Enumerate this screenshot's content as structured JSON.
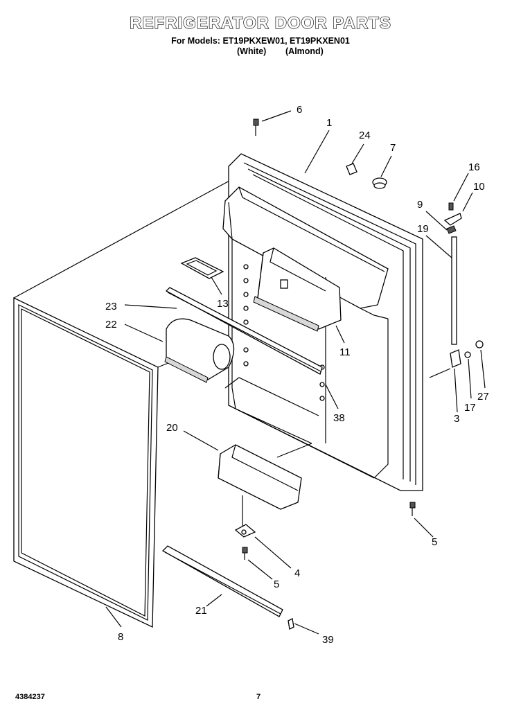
{
  "header": {
    "title": "REFRIGERATOR DOOR PARTS",
    "models_line": "For Models: ET19PKXEW01, ET19PKXEN01",
    "variant_white": "(White)",
    "variant_almond": "(Almond)"
  },
  "footer": {
    "doc_number": "4384237",
    "page_number": "7"
  },
  "callouts": [
    "6",
    "1",
    "24",
    "7",
    "16",
    "10",
    "9",
    "19",
    "13",
    "23",
    "22",
    "11",
    "38",
    "3",
    "17",
    "27",
    "20",
    "4",
    "5",
    "5",
    "21",
    "8",
    "39"
  ]
}
